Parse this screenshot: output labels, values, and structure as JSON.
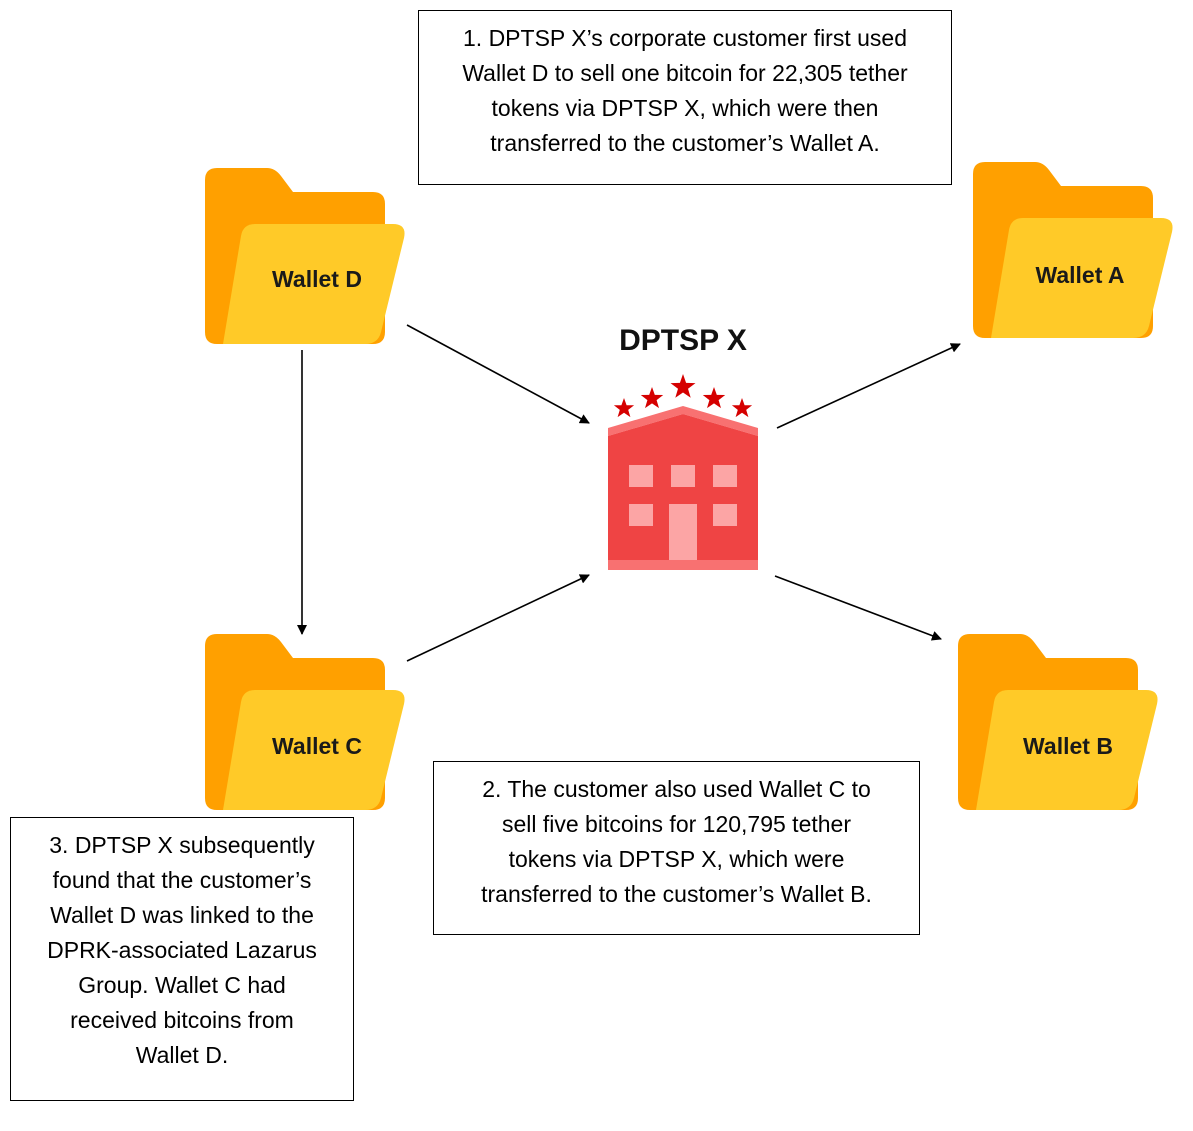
{
  "notes": [
    {
      "id": "1",
      "lines": [
        "1. DPTSP X’s corporate customer first used",
        "Wallet D to sell one bitcoin for 22,305 tether",
        "tokens via DPTSP X, which were then",
        "transferred to the customer’s Wallet A."
      ]
    },
    {
      "id": "2",
      "lines": [
        "2. The customer also used Wallet C to",
        "sell five bitcoins for 120,795 tether",
        "tokens via DPTSP X, which were",
        "transferred to the customer’s Wallet B."
      ]
    },
    {
      "id": "3",
      "lines": [
        "3. DPTSP X subsequently",
        "found that the customer’s",
        "Wallet D was linked to the",
        "DPRK-associated Lazarus",
        "Group.  Wallet C had",
        "received bitcoins from",
        "Wallet D."
      ]
    }
  ],
  "hub": {
    "title": "DPTSP X",
    "icon": "building-with-stars-icon"
  },
  "wallets": {
    "d": {
      "label": "Wallet D",
      "icon": "folder-icon"
    },
    "c": {
      "label": "Wallet C",
      "icon": "folder-icon"
    },
    "a": {
      "label": "Wallet A",
      "icon": "folder-icon"
    },
    "b": {
      "label": "Wallet B",
      "icon": "folder-icon"
    }
  },
  "edges": [
    {
      "from": "Wallet D",
      "to": "Wallet C"
    },
    {
      "from": "Wallet D",
      "to": "DPTSP X"
    },
    {
      "from": "Wallet C",
      "to": "DPTSP X"
    },
    {
      "from": "DPTSP X",
      "to": "Wallet A"
    },
    {
      "from": "DPTSP X",
      "to": "Wallet B"
    }
  ],
  "colors": {
    "folder_back": "#FFA000",
    "folder_front": "#FFCA28",
    "building": "#EF4444",
    "building_window": "#FCA5A5",
    "star": "#D50000",
    "arrow": "#000000"
  }
}
